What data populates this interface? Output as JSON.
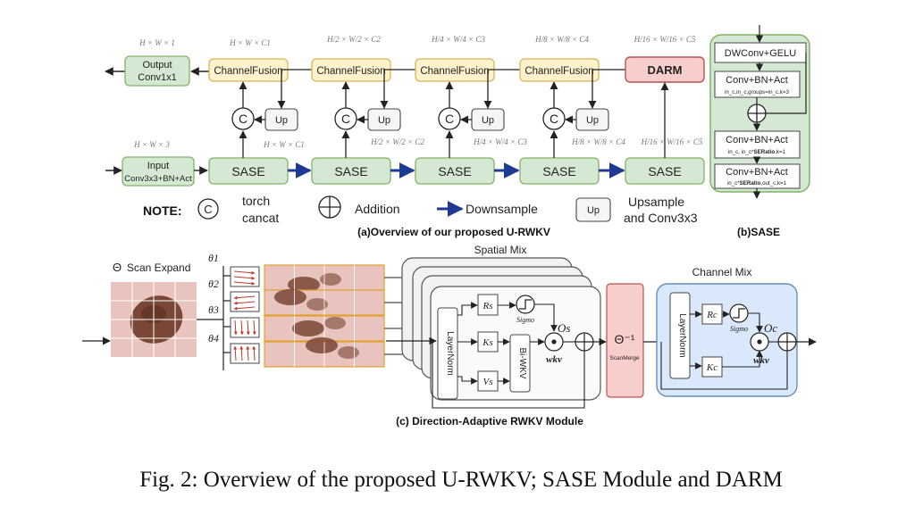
{
  "panel_a": {
    "caption": "(a)Overview of our proposed U-RWKV",
    "output": {
      "line1": "Output",
      "line2": "Conv1x1",
      "dim": "H × W × 1"
    },
    "input": {
      "line1": "Input",
      "line2": "Conv3x3+BN+Act",
      "dim": "H × W × 3"
    },
    "channel_fusion": "ChannelFusion",
    "darm": "DARM",
    "sase": "SASE",
    "up": "Up",
    "concat_symbol": "C",
    "top_dims": [
      "H × W × C1",
      "H/2 × W/2 × C2",
      "H/4 × W/4 × C3",
      "H/8 × W/8 × C4",
      "H/16 × W/16 × C5"
    ],
    "bottom_dims": [
      "H × W × C1",
      "H/2 × W/2 × C2",
      "H/4 × W/4 × C3",
      "H/8 × W/8 × C4",
      "H/16 × W/16 × C5"
    ],
    "note": {
      "title": "NOTE:",
      "concat_line1": "torch",
      "concat_line2": "cancat",
      "addition": "Addition",
      "downsample": "Downsample",
      "up_line1": "Upsample",
      "up_line2": "and Conv3x3"
    }
  },
  "panel_b": {
    "caption": "(b)SASE",
    "dwconv": "DWConv+GELU",
    "block1": {
      "title": "Conv+BN+Act",
      "sub": "in_c,in_c,groups=in_c,k=3"
    },
    "block2": {
      "title": "Conv+BN+Act",
      "sub_pre": "in_c, in_c*",
      "sub_bold": "SERatio",
      "sub_post": ",k=1"
    },
    "block3": {
      "title": "Conv+BN+Act",
      "sub_pre": "in_c*",
      "sub_bold": "SERatio",
      "sub_post": ",out_c,k=1"
    }
  },
  "panel_c": {
    "caption": "(c) Direction-Adaptive RWKV Module",
    "scan_expand": "Scan Expand",
    "scan_symbol": "Θ",
    "thetas": [
      "θ1",
      "θ2",
      "θ3",
      "θ4"
    ],
    "spatial_mix": "Spatial Mix",
    "channel_mix": "Channel Mix",
    "layernorm": "LayerNorm",
    "rs": "Rs",
    "ks": "Ks",
    "vs": "Vs",
    "biwkv": "Bi-WKV",
    "sigmo": "Sigmo",
    "os": "Os",
    "wkv": "wkv",
    "scan_merge_symbol": "Θ⁻¹",
    "scan_merge": "ScanMerge",
    "rc": "Rc",
    "kc": "Kc",
    "oc": "Oc"
  },
  "figure_caption": "Fig. 2: Overview of the proposed U-RWKV; SASE Module and DARM",
  "colors": {
    "green_fill": "#d5e8d4",
    "green_stroke": "#82b366",
    "yellow_fill": "#fff2cc",
    "yellow_stroke": "#d6b656",
    "red_fill": "#f8cecc",
    "red_stroke": "#b85450",
    "blue_fill": "#dae8fc",
    "blue_stroke": "#6c8ebf",
    "downsample_arrow": "#1f3a93",
    "skin": "#e9c3bd",
    "lesion": "#7a4636"
  }
}
